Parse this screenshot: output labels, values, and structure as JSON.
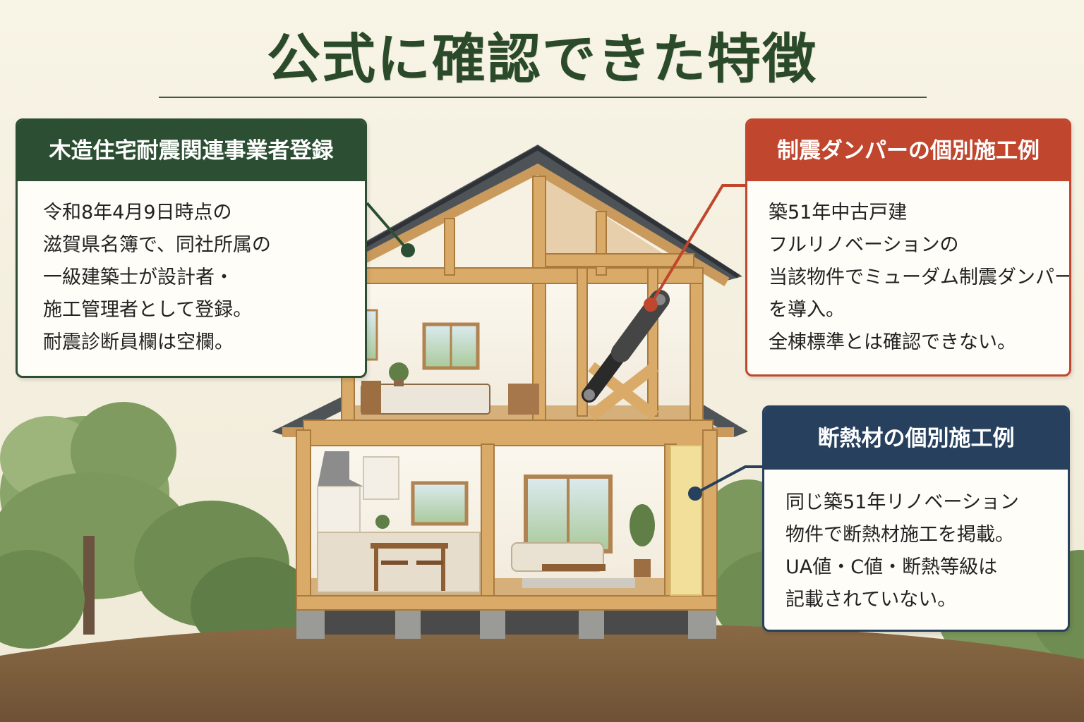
{
  "page": {
    "title": "公式に確認できた特徴"
  },
  "cards": {
    "green": {
      "heading": "木造住宅耐震関連事業者登録",
      "lines": [
        "令和8年4月9日時点の",
        "滋賀県名簿で、同社所属の",
        "一級建築士が設計者・",
        "施工管理者として登録。",
        "耐震診断員欄は空欄。"
      ],
      "color": "#2c4f33"
    },
    "red": {
      "heading": "制震ダンパーの個別施工例",
      "lines": [
        "築51年中古戸建",
        "フルリノベーションの",
        "当該物件でミューダム制震ダンパー",
        "を導入。",
        "全棟標準とは確認できない。"
      ],
      "color": "#c0462d"
    },
    "blue": {
      "heading": "断熱材の個別施工例",
      "lines": [
        "同じ築51年リノベーション",
        "物件で断熱材施工を掲載。",
        "UA値・C値・断熱等級は",
        "記載されていない。"
      ],
      "color": "#26405e"
    }
  }
}
